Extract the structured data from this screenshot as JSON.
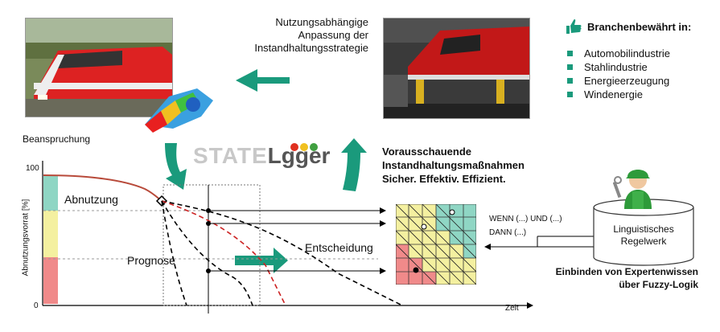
{
  "process_top_label": [
    "Nutzungsabhängige",
    "Anpassung der",
    "Instandhaltungsstrategie"
  ],
  "industries": {
    "title": "Branchenbewährt in:",
    "items": [
      "Automobilindustrie",
      "Stahlindustrie",
      "Energieerzeugung",
      "Windenergie"
    ]
  },
  "logo": {
    "part1": "STATE",
    "part2": "L",
    "part3": "gger"
  },
  "predictive": {
    "line1": "Vorausschauende",
    "line2": "Instandhaltungsmaßnahmen",
    "line3": "Sicher. Effektiv. Effizient."
  },
  "chart": {
    "ylabel_top": "Beanspruchung",
    "ylabel_side": "Abnutzungsvorrat [%]",
    "y100": "100",
    "y0": "0",
    "xlabel": "Zeit",
    "label_abnutzung": "Abnutzung",
    "label_prognose": "Prognose",
    "label_entscheidung": "Entscheidung"
  },
  "rules": {
    "if_then_1": "WENN (...) UND (...)",
    "if_then_2": "DANN (...)",
    "store_line1": "Linguistisches",
    "store_line2": "Regelwerk",
    "expert_line1": "Einbinden von Expertenwissen",
    "expert_line2": "über Fuzzy-Logik"
  },
  "colors": {
    "accent_teal": "#1a9a7c",
    "curve_red": "#b84a3a",
    "zone_green": "#8fd6c4",
    "zone_yellow": "#f4f0a0",
    "zone_red": "#f08a8a"
  }
}
